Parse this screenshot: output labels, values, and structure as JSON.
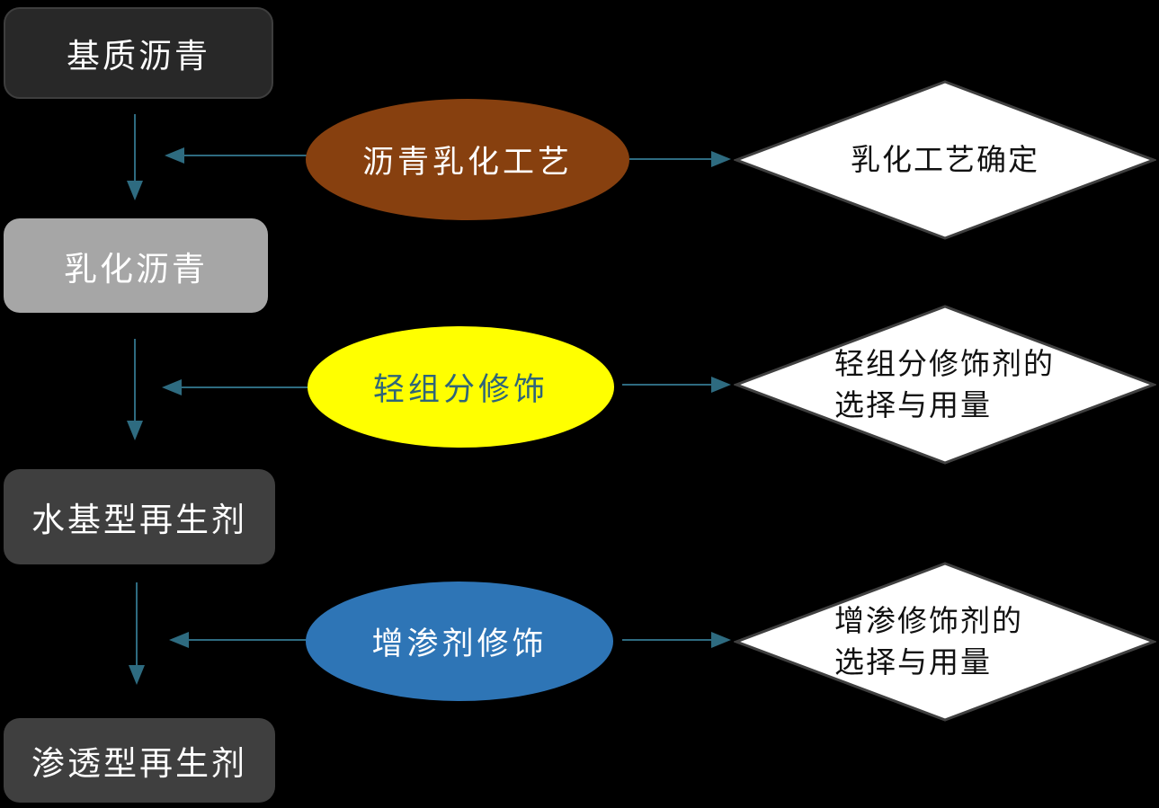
{
  "diagram": {
    "background_color": "#000000",
    "connector_color": "#2e6b80",
    "stages": [
      {
        "label": "基质沥青",
        "fill": "#282828",
        "border": "#3e3e3e",
        "text_color": "#ffffff"
      },
      {
        "label": "乳化沥青",
        "fill": "#a6a6a6",
        "text_color": "#ffffff"
      },
      {
        "label": "水基型再生剂",
        "fill": "#3f3f3f",
        "text_color": "#ffffff"
      },
      {
        "label": "渗透型再生剂",
        "fill": "#3f3f3f",
        "text_color": "#ffffff"
      }
    ],
    "processes": [
      {
        "label": "沥青乳化工艺",
        "fill": "#87400f",
        "text_color": "#ffffff"
      },
      {
        "label": "轻组分修饰",
        "fill": "#ffff00",
        "text_color": "#2f6579"
      },
      {
        "label": "增渗剂修饰",
        "fill": "#2e75b6",
        "text_color": "#ffffff"
      }
    ],
    "decisions": [
      {
        "fill": "#ffffff",
        "border": "#404040",
        "text_color": "#111111",
        "lines": [
          "乳化工艺确定"
        ]
      },
      {
        "fill": "#ffffff",
        "border": "#404040",
        "text_color": "#111111",
        "lines": [
          "轻组分修饰剂的",
          "选择与用量"
        ]
      },
      {
        "fill": "#ffffff",
        "border": "#404040",
        "text_color": "#111111",
        "lines": [
          "增渗修饰剂的",
          "选择与用量"
        ]
      }
    ]
  }
}
